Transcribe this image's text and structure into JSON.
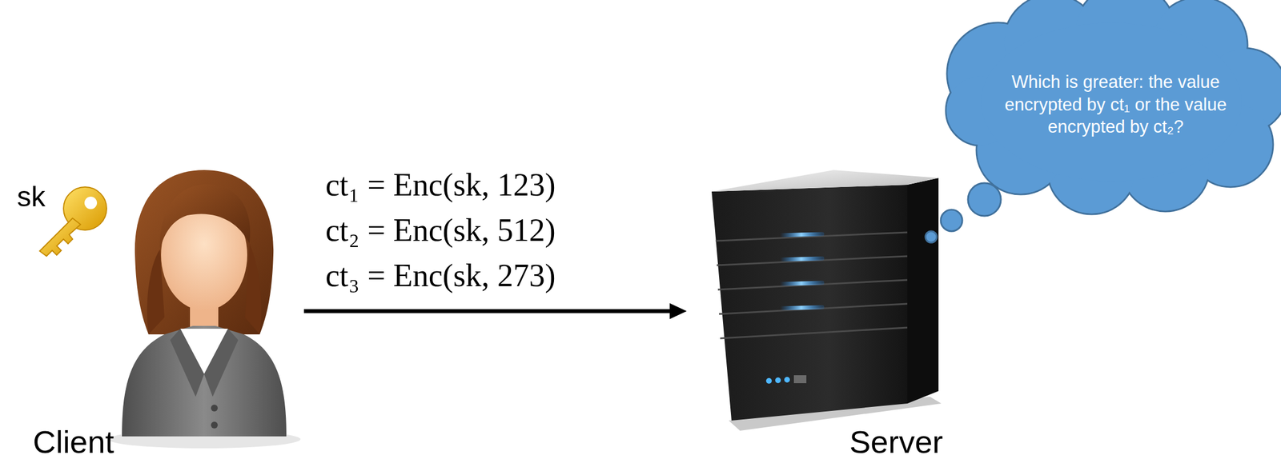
{
  "diagram": {
    "nodes": [
      {
        "text": [
          "Client"
        ]
      },
      {
        "text": [
          "Server"
        ]
      },
      {
        "text": [
          "Which is greater: the value encrypted by ct₁ or the value encrypted by ct₂?"
        ]
      }
    ],
    "edges": [
      {
        "from": 0,
        "to": 1,
        "arrow": "to"
      }
    ],
    "labels": [
      "sk",
      "ct₁ = Enc(sk, 123)",
      "ct₂ = Enc(sk, 512)",
      "ct₃ = Enc(sk, 273)"
    ]
  }
}
